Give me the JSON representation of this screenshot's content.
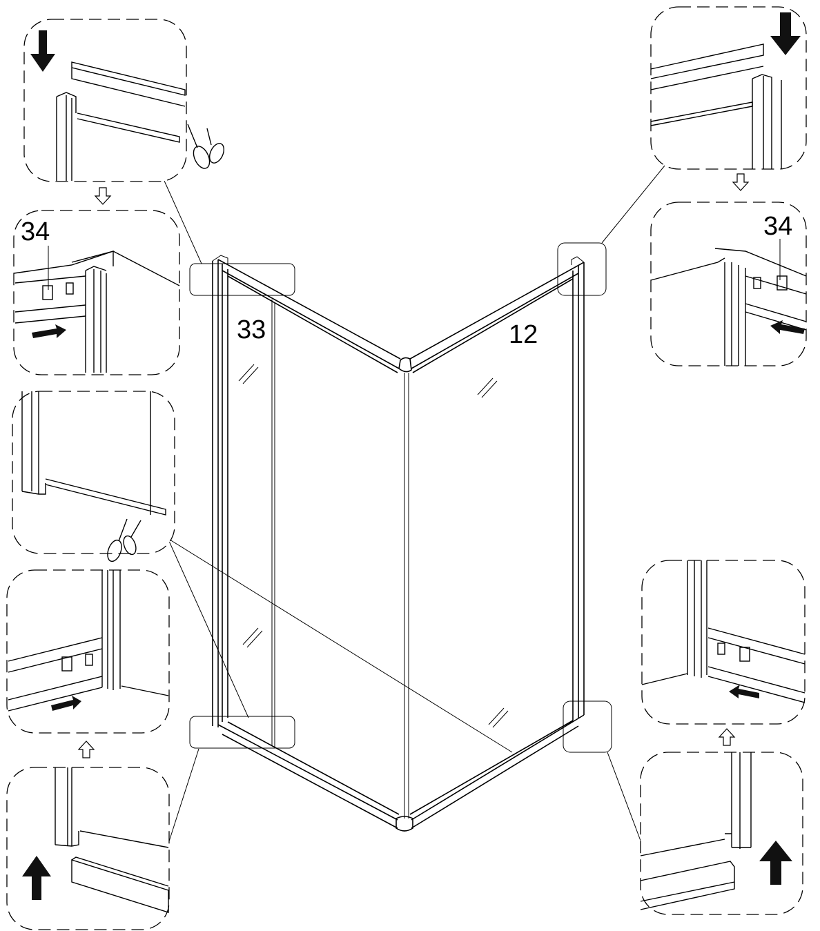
{
  "labels": {
    "panel_left": "33",
    "panel_right": "12",
    "clip_top_left": "34",
    "clip_top_right": "34"
  },
  "colors": {
    "line": "#000000",
    "background": "#ffffff",
    "arrow_fill": "#111111"
  },
  "icons": [
    "scissors-icon",
    "arrow-down-icon",
    "arrow-up-icon",
    "push-arrow-icon",
    "step-arrow-icon"
  ]
}
